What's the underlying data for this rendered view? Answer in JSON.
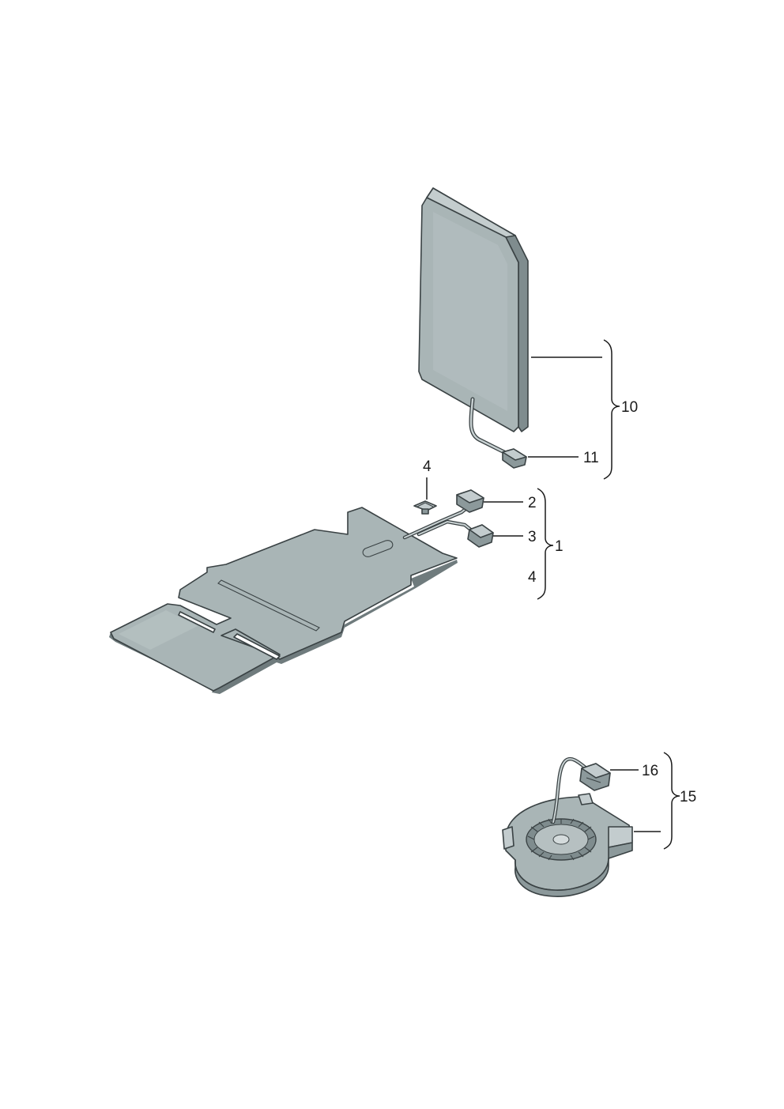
{
  "colors": {
    "part_fill": "#a9b5b6",
    "part_shade": "#8c999b",
    "part_light": "#c9d2d3",
    "outline": "#3a4244",
    "text": "#1a1a1a"
  },
  "callouts": {
    "c1": "1",
    "c2": "2",
    "c3": "3",
    "c4_top": "4",
    "c4_side": "4",
    "c10": "10",
    "c11": "11",
    "c15": "15",
    "c16": "16"
  }
}
